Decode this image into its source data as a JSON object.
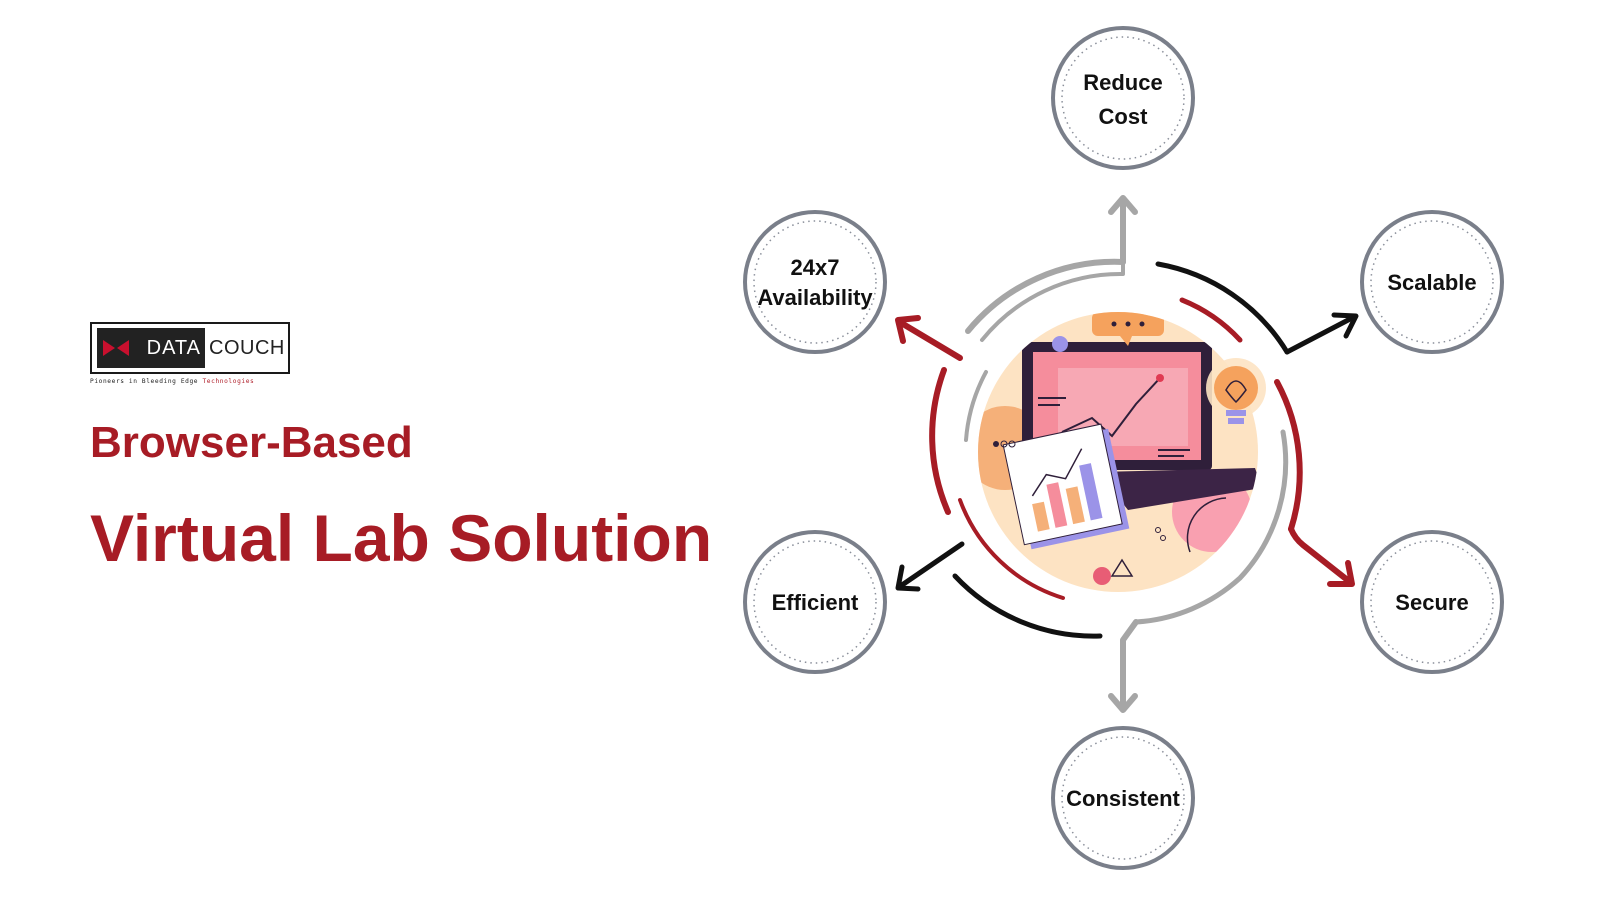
{
  "brand": {
    "logo_left": "DATA",
    "logo_right": "COUCH",
    "tagline_main": "Pioneers in Bleeding Edge ",
    "tagline_accent": "Technologies"
  },
  "heading": {
    "line1": "Browser-Based",
    "line2": "Virtual Lab Solution"
  },
  "colors": {
    "accent_red": "#a71c25",
    "arrow_gray": "#a6a6a6",
    "arrow_black": "#111111",
    "circle_border": "#7a7f8a"
  },
  "benefits": {
    "reduce_cost": [
      "Reduce",
      "Cost"
    ],
    "availability": [
      "24x7",
      "Availability"
    ],
    "scalable": "Scalable",
    "efficient": "Efficient",
    "secure": "Secure",
    "consistent": "Consistent"
  },
  "center_icon": "laptop-analytics-illustration"
}
